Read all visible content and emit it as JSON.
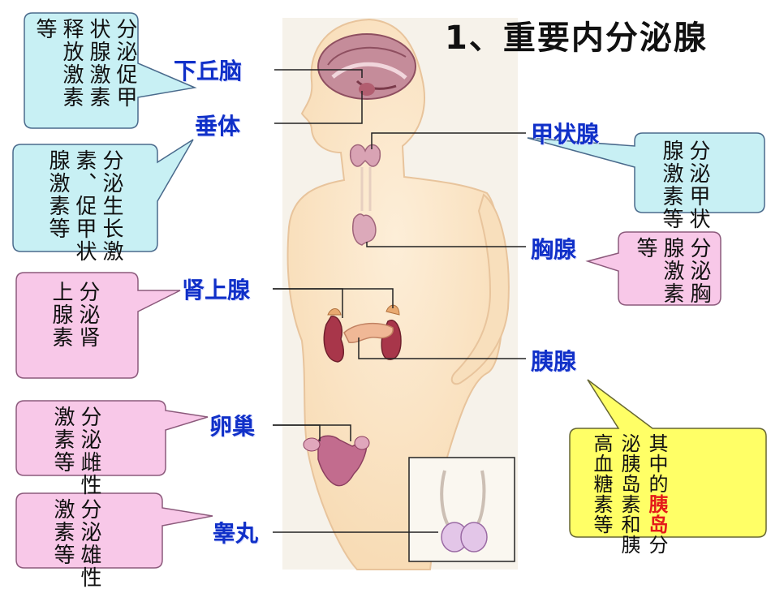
{
  "title": "1、重要内分泌腺",
  "organs": {
    "hypothalamus": "下丘脑",
    "pituitary": "垂体",
    "thyroid": "甲状腺",
    "thymus": "胸腺",
    "adrenal": "肾上腺",
    "pancreas": "胰腺",
    "ovary": "卵巢",
    "testis": "睾丸"
  },
  "bubbles": {
    "hypothalamus": [
      "分泌促甲",
      "状腺激素",
      "释放激素",
      "等"
    ],
    "pituitary": [
      "分泌生长激",
      "素、促甲状",
      "腺激素等"
    ],
    "thyroid": [
      "分泌甲状",
      "腺激素等"
    ],
    "thymus": [
      "分泌胸",
      "腺激素",
      "等"
    ],
    "adrenal": [
      "分泌肾",
      "上腺素"
    ],
    "ovary": [
      "分泌雌性",
      "激素等"
    ],
    "testis": [
      "分泌雄性",
      "激素等"
    ],
    "pancreas": {
      "line1_before": "其中的",
      "line1_highlight": "胰岛",
      "line1_after": "分",
      "line2": "泌胰岛素和胰",
      "line3": "高血糖素等"
    }
  },
  "colors": {
    "organ_label": "#1030c8",
    "bubble_blue": "#c8f0f4",
    "bubble_pink": "#f8c8e8",
    "bubble_yellow": "#ffff66",
    "highlight": "#e41a1a",
    "body_fill": "#fbe3c4"
  }
}
